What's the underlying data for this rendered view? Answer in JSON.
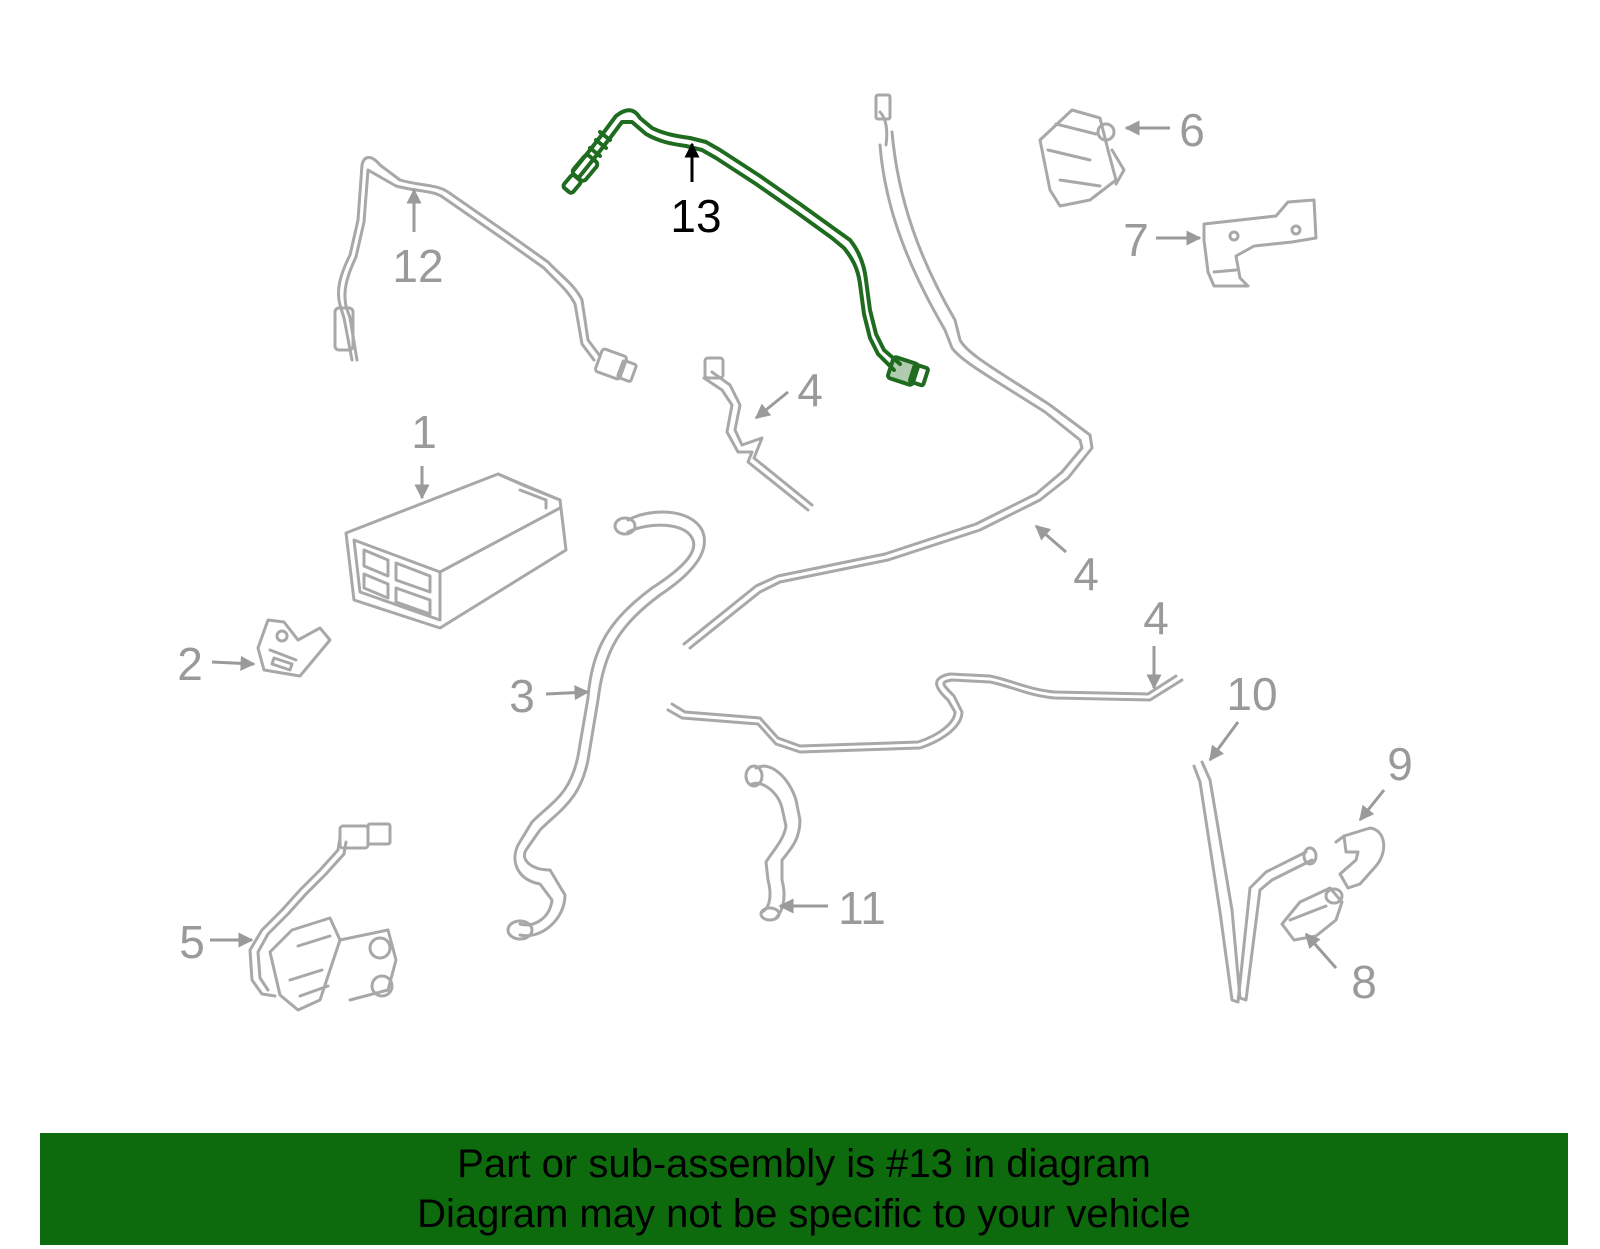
{
  "colors": {
    "part_gray": "#a8a8a8",
    "label_gray": "#9a9a9a",
    "highlight_green": "#1f6b1f",
    "highlight_label": "#000000",
    "banner_bg": "#0d6b0d",
    "banner_text": "#000000",
    "background": "#ffffff"
  },
  "callouts": [
    {
      "id": "1",
      "text": "1"
    },
    {
      "id": "2",
      "text": "2"
    },
    {
      "id": "3",
      "text": "3"
    },
    {
      "id": "4a",
      "text": "4"
    },
    {
      "id": "4b",
      "text": "4"
    },
    {
      "id": "4c",
      "text": "4"
    },
    {
      "id": "5",
      "text": "5"
    },
    {
      "id": "6",
      "text": "6"
    },
    {
      "id": "7",
      "text": "7"
    },
    {
      "id": "8",
      "text": "8"
    },
    {
      "id": "9",
      "text": "9"
    },
    {
      "id": "10",
      "text": "10"
    },
    {
      "id": "11",
      "text": "11"
    },
    {
      "id": "12",
      "text": "12"
    },
    {
      "id": "13",
      "text": "13",
      "highlighted": true
    }
  ],
  "banner": {
    "line1": "Part or sub-assembly is #13 in diagram",
    "line2": "Diagram may not be specific to your vehicle"
  }
}
